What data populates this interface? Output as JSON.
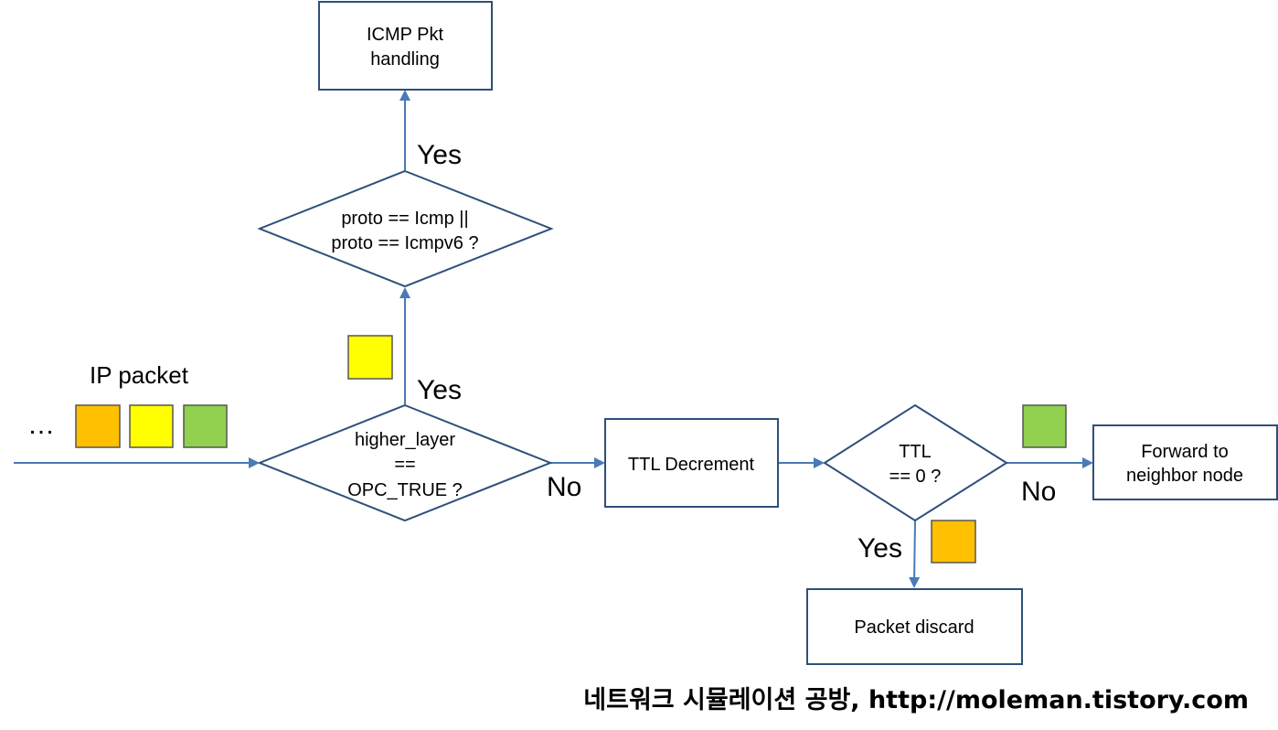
{
  "nodes": {
    "icmp_handling": {
      "line1": "ICMP Pkt",
      "line2": "handling"
    },
    "proto_check": {
      "line1": "proto == Icmp ||",
      "line2": "proto == Icmpv6 ?"
    },
    "higher_layer_check": {
      "line1": "higher_layer",
      "line2": "==",
      "line3": "OPC_TRUE ?"
    },
    "ttl_decrement": {
      "label": "TTL Decrement"
    },
    "ttl_check": {
      "line1": "TTL",
      "line2": "== 0 ?"
    },
    "forward": {
      "line1": "Forward to",
      "line2": "neighbor node"
    },
    "discard": {
      "label": "Packet discard"
    }
  },
  "edge_labels": {
    "proto_yes": "Yes",
    "higher_yes": "Yes",
    "higher_no": "No",
    "ttl_no": "No",
    "ttl_yes": "Yes"
  },
  "input": {
    "label": "IP packet",
    "ellipsis": "…"
  },
  "packet_colors": {
    "orange": "#ffc000",
    "yellow": "#ffff00",
    "green": "#92d050",
    "border": "#555555"
  },
  "colors": {
    "edge": "#4a7ab8",
    "box_border": "#2e4f7a"
  },
  "footer": {
    "credit": "네트워크 시뮬레이션 공방, http://moleman.tistory.com"
  }
}
